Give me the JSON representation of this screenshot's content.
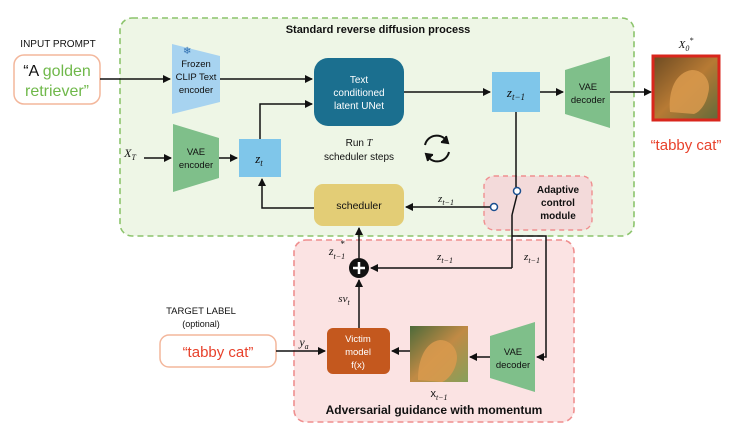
{
  "labels": {
    "input_prompt": "INPUT PROMPT",
    "prompt_open": "“A",
    "prompt_golden": "golden",
    "prompt_retriever": "retriever”",
    "diffusion_title": "Standard reverse diffusion process",
    "clip_line1": "Frozen",
    "clip_line2": "CLIP Text",
    "clip_line3": "encoder",
    "unet_line1": "Text",
    "unet_line2": "conditioned",
    "unet_line3": "latent UNet",
    "z_t_minus_1_var": "z",
    "z_t_minus_1_sub": "t−1",
    "vae_decoder_line1": "VAE",
    "vae_decoder_line2": "decoder",
    "x0_star": "X",
    "x0_sub": "0",
    "x0_sup": "*",
    "output_label": "“tabby cat”",
    "xt_var": "X",
    "xt_sub": "T",
    "vae_encoder_line1": "VAE",
    "vae_encoder_line2": "encoder",
    "zt_var": "z",
    "zt_sub": "t",
    "run_line1": "Run",
    "run_T": "T",
    "run_line2": "scheduler steps",
    "scheduler": "scheduler",
    "adaptive_line1": "Adaptive",
    "adaptive_line2": "control",
    "adaptive_line3": "module",
    "target_label": "TARGET LABEL",
    "optional": "(optional)",
    "target_value": "“tabby cat”",
    "ya_var": "y",
    "ya_sub": "a",
    "victim_line1": "Victim",
    "victim_line2": "model",
    "victim_line3": "f(x)",
    "x_t_minus_1": "x",
    "sv_t": "sv",
    "sv_sub": "t",
    "z_star_sup": "*",
    "adv_title": "Adversarial  guidance with momentum",
    "vae_decoder2_line1": "VAE",
    "vae_decoder2_line2": "decoder"
  },
  "colors": {
    "green_region_fill": "#eef6e6",
    "green_region_stroke": "#8cc46c",
    "pink_region_fill": "#fbe3e3",
    "pink_region_stroke": "#ef8f8f",
    "clip_blue": "#a7d3f0",
    "unet_teal": "#1b6f8f",
    "z_box_blue": "#7fc6ea",
    "vae_green": "#7fbf8a",
    "scheduler_yellow": "#e3cd76",
    "victim_orange": "#c4581e",
    "golden_text": "#6fb84a",
    "red_text": "#e8412b",
    "output_border": "#d9261c"
  },
  "icons": [
    "snowflake-icon",
    "cycle-arrows-icon",
    "plus-icon",
    "switch-icon"
  ]
}
